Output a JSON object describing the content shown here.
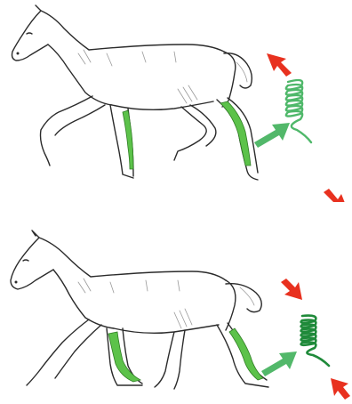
{
  "figure": {
    "panels": [
      {
        "state": "stretched",
        "spring_color": "#4fb86a",
        "muscle_color": "#5cc24a",
        "force_arrow_color": "#52b86a",
        "direction_arrow_color": "#e8311f",
        "direction_arrows": "pointing-outward"
      },
      {
        "state": "compressed",
        "spring_color": "#1f8a3a",
        "muscle_color": "#5cc24a",
        "force_arrow_color": "#52b86a",
        "direction_arrow_color": "#e8311f",
        "direction_arrows": "pointing-inward"
      }
    ]
  }
}
